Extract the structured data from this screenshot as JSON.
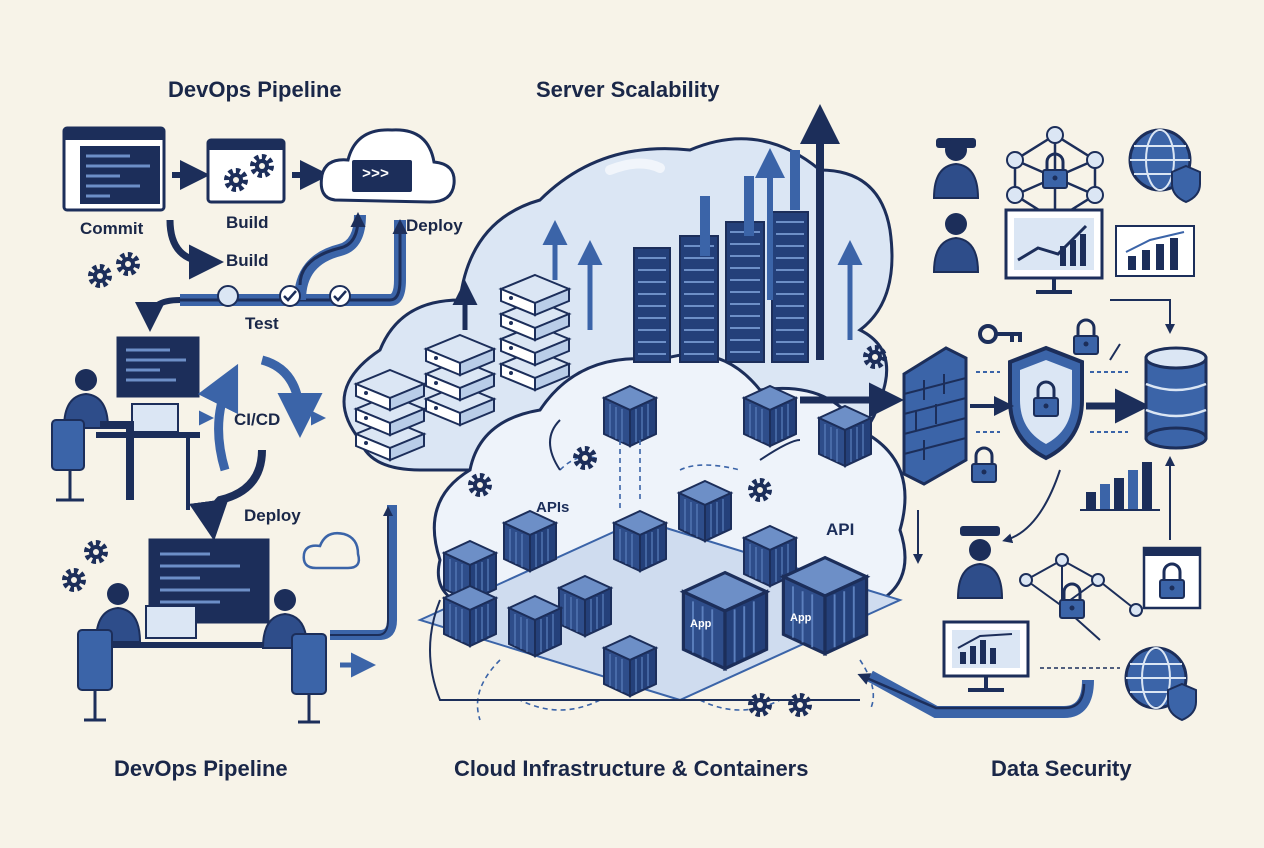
{
  "titles": {
    "devops_top": "DevOps Pipeline",
    "server_scalability": "Server Scalability",
    "devops_bottom": "DevOps Pipeline",
    "cloud_containers": "Cloud Infrastructure & Containers",
    "data_security": "Data Security"
  },
  "pipeline": {
    "commit": "Commit",
    "build_1": "Build",
    "build_2": "Build",
    "deploy_top": "Deploy",
    "test": "Test",
    "cicd": "CI/CD",
    "deploy_mid": "Deploy",
    "cloud_prompt": ">>>"
  },
  "containers": {
    "apis": "APIs",
    "api": "API",
    "app_1": "App",
    "app_2": "App"
  },
  "colors": {
    "navy": "#1c2e5a",
    "blue": "#3b64a8",
    "light_blue": "#b9cde8",
    "pale_blue": "#dbe6f4",
    "background": "#f7f3e8"
  }
}
